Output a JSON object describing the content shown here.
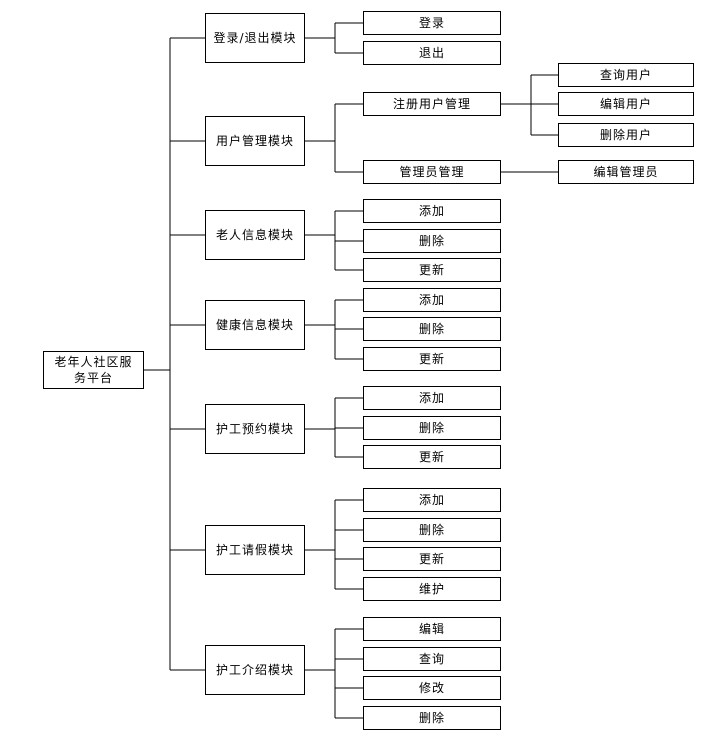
{
  "root": {
    "label": "老年人社区服务平台"
  },
  "modules": [
    {
      "label": "登录/退出模块",
      "children": [
        {
          "label": "登录"
        },
        {
          "label": "退出"
        }
      ]
    },
    {
      "label": "用户管理模块",
      "children": [
        {
          "label": "注册用户管理",
          "children": [
            {
              "label": "查询用户"
            },
            {
              "label": "编辑用户"
            },
            {
              "label": "删除用户"
            }
          ]
        },
        {
          "label": "管理员管理",
          "children": [
            {
              "label": "编辑管理员"
            }
          ]
        }
      ]
    },
    {
      "label": "老人信息模块",
      "children": [
        {
          "label": "添加"
        },
        {
          "label": "删除"
        },
        {
          "label": "更新"
        }
      ]
    },
    {
      "label": "健康信息模块",
      "children": [
        {
          "label": "添加"
        },
        {
          "label": "删除"
        },
        {
          "label": "更新"
        }
      ]
    },
    {
      "label": "护工预约模块",
      "children": [
        {
          "label": "添加"
        },
        {
          "label": "删除"
        },
        {
          "label": "更新"
        }
      ]
    },
    {
      "label": "护工请假模块",
      "children": [
        {
          "label": "添加"
        },
        {
          "label": "删除"
        },
        {
          "label": "更新"
        },
        {
          "label": "维护"
        }
      ]
    },
    {
      "label": "护工介绍模块",
      "children": [
        {
          "label": "编辑"
        },
        {
          "label": "查询"
        },
        {
          "label": "修改"
        },
        {
          "label": "删除"
        }
      ]
    }
  ]
}
